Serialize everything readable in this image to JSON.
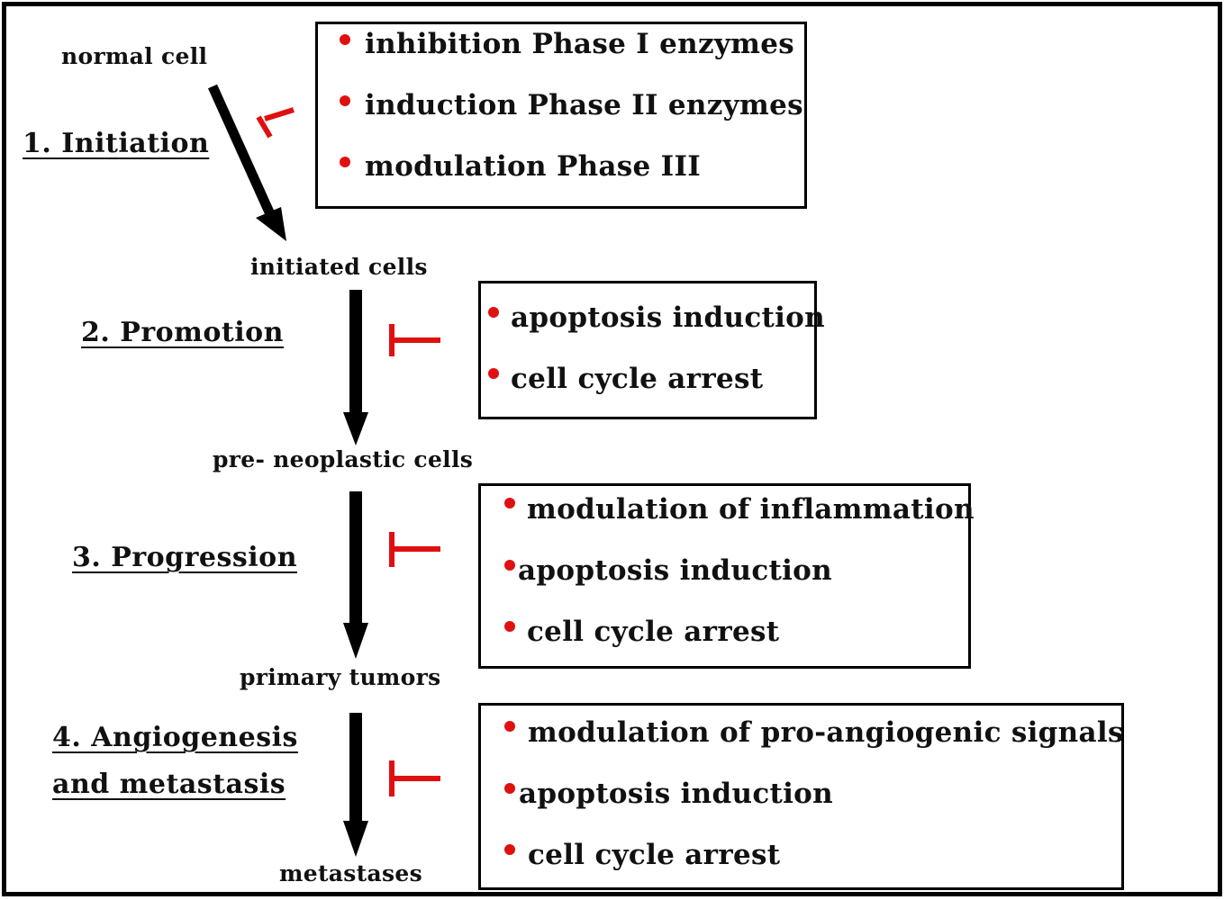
{
  "nodes": {
    "normal": "normal cell",
    "initiated": "initiated cells",
    "preneoplastic": "pre- neoplastic cells",
    "primary": "primary tumors",
    "metastases": "metastases"
  },
  "stages": {
    "s1": "1. Initiation",
    "s2": "2. Promotion",
    "s3": "3. Progression",
    "s4_line1": "4. Angiogenesis",
    "s4_line2": "and metastasis"
  },
  "boxes": {
    "initiation": [
      "inhibition Phase I enzymes",
      "induction Phase II enzymes",
      "modulation Phase III"
    ],
    "promotion": [
      "apoptosis induction",
      "cell cycle arrest"
    ],
    "progression": [
      "modulation of  inflammation",
      "apoptosis induction",
      "cell cycle arrest"
    ],
    "angiogenesis": [
      "modulation of  pro-angiogenic signals",
      "apoptosis induction",
      "cell cycle arrest"
    ]
  },
  "colors": {
    "inhibit": "#e01010",
    "bullet": "#e01010",
    "arrow": "#000000"
  }
}
